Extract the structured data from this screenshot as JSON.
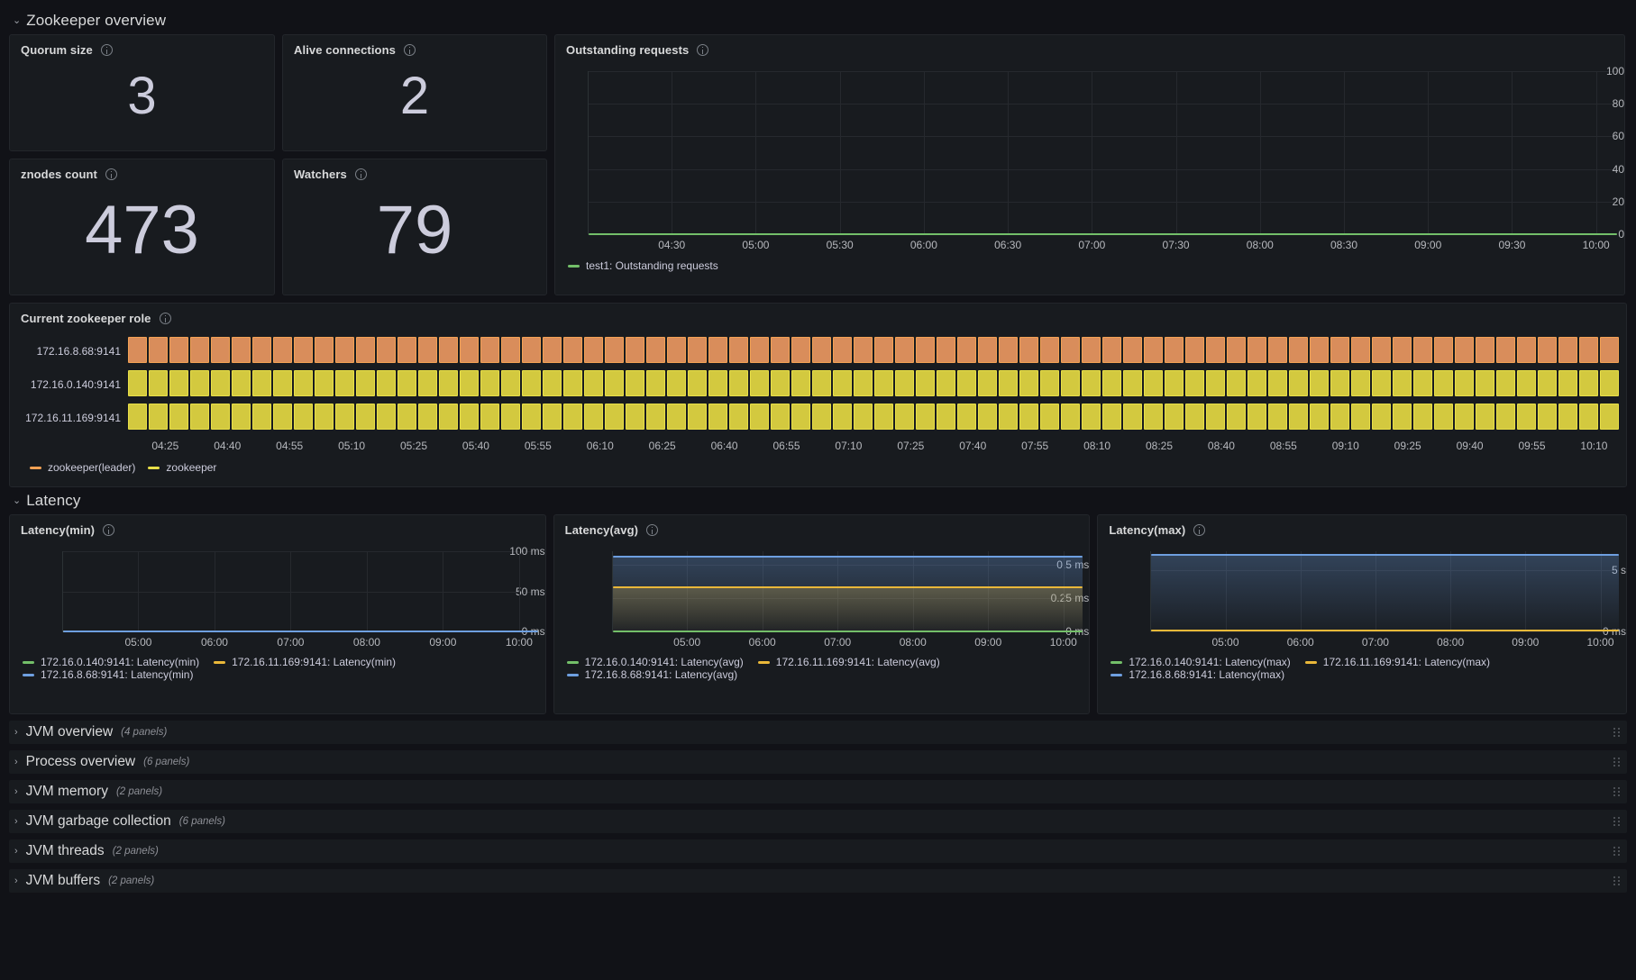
{
  "rows": {
    "zookeeper_overview": {
      "title": "Zookeeper overview",
      "chevron": "⌄"
    },
    "latency": {
      "title": "Latency",
      "chevron": "⌄"
    }
  },
  "stats": [
    {
      "title": "Quorum size",
      "value": "3",
      "icon": "info-icon"
    },
    {
      "title": "Alive connections",
      "value": "2",
      "icon": "info-icon"
    },
    {
      "title": "znodes count",
      "value": "473",
      "icon": "info-icon"
    },
    {
      "title": "Watchers",
      "value": "79",
      "icon": "info-icon"
    }
  ],
  "outstanding": {
    "title": "Outstanding requests",
    "legend": [
      {
        "label": "test1: Outstanding requests",
        "color": "#73bf69"
      }
    ]
  },
  "zk_role": {
    "title": "Current zookeeper role",
    "rows": [
      {
        "label": "172.16.8.68:9141",
        "state": "zookeeper(leader)",
        "color": "#d98d5b"
      },
      {
        "label": "172.16.0.140:9141",
        "state": "zookeeper",
        "color": "#d3c93f"
      },
      {
        "label": "172.16.11.169:9141",
        "state": "zookeeper",
        "color": "#d3c93f"
      }
    ],
    "legend": [
      {
        "label": "zookeeper(leader)",
        "color": "#f2a154"
      },
      {
        "label": "zookeeper",
        "color": "#e8df48"
      }
    ]
  },
  "latency_panels": [
    {
      "title": "Latency(min)",
      "legend": [
        {
          "label": "172.16.0.140:9141: Latency(min)",
          "color": "#73bf69"
        },
        {
          "label": "172.16.11.169:9141: Latency(min)",
          "color": "#eab839"
        },
        {
          "label": "172.16.8.68:9141: Latency(min)",
          "color": "#6e9fe0"
        }
      ]
    },
    {
      "title": "Latency(avg)",
      "legend": [
        {
          "label": "172.16.0.140:9141: Latency(avg)",
          "color": "#73bf69"
        },
        {
          "label": "172.16.11.169:9141: Latency(avg)",
          "color": "#eab839"
        },
        {
          "label": "172.16.8.68:9141: Latency(avg)",
          "color": "#6e9fe0"
        }
      ]
    },
    {
      "title": "Latency(max)",
      "legend": [
        {
          "label": "172.16.0.140:9141: Latency(max)",
          "color": "#73bf69"
        },
        {
          "label": "172.16.11.169:9141: Latency(max)",
          "color": "#eab839"
        },
        {
          "label": "172.16.8.68:9141: Latency(max)",
          "color": "#6e9fe0"
        }
      ]
    }
  ],
  "collapsed_rows": [
    {
      "name": "JVM overview",
      "count": "(4 panels)",
      "chevron": "›"
    },
    {
      "name": "Process overview",
      "count": "(6 panels)",
      "chevron": "›"
    },
    {
      "name": "JVM memory",
      "count": "(2 panels)",
      "chevron": "›"
    },
    {
      "name": "JVM garbage collection",
      "count": "(6 panels)",
      "chevron": "›"
    },
    {
      "name": "JVM threads",
      "count": "(2 panels)",
      "chevron": "›"
    },
    {
      "name": "JVM buffers",
      "count": "(2 panels)",
      "chevron": "›"
    }
  ],
  "chart_data": [
    {
      "id": "outstanding_requests",
      "type": "line",
      "title": "Outstanding requests",
      "xlabel": "",
      "ylabel": "",
      "ylim": [
        0,
        100
      ],
      "yticks": [
        0,
        20,
        40,
        60,
        80,
        100
      ],
      "ytick_labels": [
        "0",
        "20",
        "40",
        "60",
        "80",
        "100"
      ],
      "xticks": [
        "04:30",
        "05:00",
        "05:30",
        "06:00",
        "06:30",
        "07:00",
        "07:30",
        "08:00",
        "08:30",
        "09:00",
        "09:30",
        "10:00"
      ],
      "grid": true,
      "legend_position": "bottom",
      "series": [
        {
          "name": "test1: Outstanding requests",
          "color": "#73bf69",
          "constant_value": 0
        }
      ]
    },
    {
      "id": "current_zookeeper_role",
      "type": "heatmap",
      "title": "Current zookeeper role",
      "xticks": [
        "04:25",
        "04:40",
        "04:55",
        "05:10",
        "05:25",
        "05:40",
        "05:55",
        "06:10",
        "06:25",
        "06:40",
        "06:55",
        "07:10",
        "07:25",
        "07:40",
        "07:55",
        "08:10",
        "08:25",
        "08:40",
        "08:55",
        "09:10",
        "09:25",
        "09:40",
        "09:55",
        "10:10"
      ],
      "categories": [
        "172.16.8.68:9141",
        "172.16.0.140:9141",
        "172.16.11.169:9141"
      ],
      "states": [
        "zookeeper(leader)",
        "zookeeper",
        "zookeeper"
      ],
      "state_colors": {
        "zookeeper(leader)": "#f2a154",
        "zookeeper": "#e8df48"
      },
      "legend_position": "bottom"
    },
    {
      "id": "latency_min",
      "type": "line",
      "title": "Latency(min)",
      "ylim": [
        0,
        100
      ],
      "yticks": [
        0,
        50,
        100
      ],
      "ytick_labels": [
        "0 ms",
        "50 ms",
        "100 ms"
      ],
      "xticks": [
        "05:00",
        "06:00",
        "07:00",
        "08:00",
        "09:00",
        "10:00"
      ],
      "grid": true,
      "legend_position": "bottom",
      "series": [
        {
          "name": "172.16.0.140:9141: Latency(min)",
          "color": "#73bf69",
          "constant_value": 0
        },
        {
          "name": "172.16.11.169:9141: Latency(min)",
          "color": "#eab839",
          "constant_value": 0
        },
        {
          "name": "172.16.8.68:9141: Latency(min)",
          "color": "#6e9fe0",
          "constant_value": 0
        }
      ]
    },
    {
      "id": "latency_avg",
      "type": "area",
      "title": "Latency(avg)",
      "ylim": [
        0,
        0.6
      ],
      "yticks": [
        0,
        0.25,
        0.5
      ],
      "ytick_labels": [
        "0 ms",
        "0.25 ms",
        "0.5 ms"
      ],
      "xticks": [
        "05:00",
        "06:00",
        "07:00",
        "08:00",
        "09:00",
        "10:00"
      ],
      "grid": true,
      "legend_position": "bottom",
      "series": [
        {
          "name": "172.16.0.140:9141: Latency(avg)",
          "color": "#73bf69",
          "constant_value": 0
        },
        {
          "name": "172.16.11.169:9141: Latency(avg)",
          "color": "#eab839",
          "constant_value": 0.33
        },
        {
          "name": "172.16.8.68:9141: Latency(avg)",
          "color": "#6e9fe0",
          "constant_value": 0.56
        }
      ]
    },
    {
      "id": "latency_max",
      "type": "area",
      "title": "Latency(max)",
      "ylim": [
        0,
        6.5
      ],
      "yticks": [
        0,
        5
      ],
      "ytick_labels": [
        "0 ms",
        "5 s"
      ],
      "xticks": [
        "05:00",
        "06:00",
        "07:00",
        "08:00",
        "09:00",
        "10:00"
      ],
      "grid": true,
      "legend_position": "bottom",
      "series": [
        {
          "name": "172.16.0.140:9141: Latency(max)",
          "color": "#73bf69",
          "constant_value": 0.05
        },
        {
          "name": "172.16.11.169:9141: Latency(max)",
          "color": "#eab839",
          "constant_value": 0.1
        },
        {
          "name": "172.16.8.68:9141: Latency(max)",
          "color": "#6e9fe0",
          "constant_value": 6.2
        }
      ]
    }
  ]
}
